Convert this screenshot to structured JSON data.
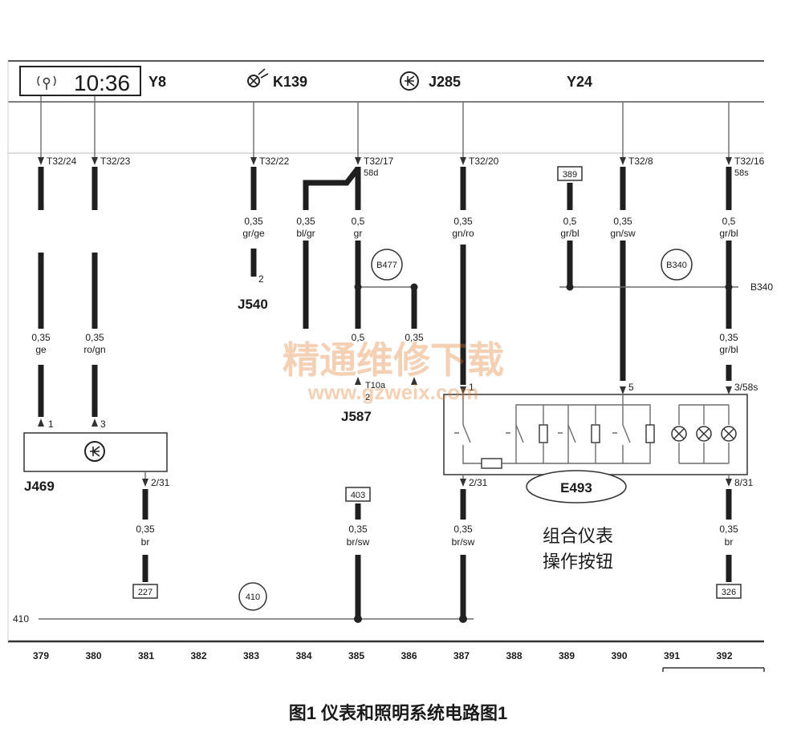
{
  "header_components": {
    "clock_display": "10:36",
    "y8": "Y8",
    "k139": "K139",
    "j285": "J285",
    "y24": "Y24"
  },
  "connectors": {
    "t32_24": "T32/24",
    "t32_23": "T32/23",
    "t32_22": "T32/22",
    "t32_17": "T32/17",
    "t32_17_sub": "58d",
    "t32_20": "T32/20",
    "t32_8": "T32/8",
    "t32_16": "T32/16",
    "t32_16_sub": "58s"
  },
  "wires": {
    "w379_top": {
      "size": "0,35",
      "color": "ge"
    },
    "w380_top": {
      "size": "0,35",
      "color": "ro/gn"
    },
    "w383": {
      "size": "0,35",
      "color": "gr/ge"
    },
    "w384": {
      "size": "0,35",
      "color": "bl/gr"
    },
    "w385": {
      "size": "0,5",
      "color": "gr"
    },
    "w387_top": {
      "size": "0,35",
      "color": "gn/ro"
    },
    "w389": {
      "size": "0,5",
      "color": "gr/bl"
    },
    "w390": {
      "size": "0,35",
      "color": "gn/sw"
    },
    "w392_top": {
      "size": "0,5",
      "color": "gr/bl"
    },
    "w392_mid": {
      "size": "0,35",
      "color": "gr/bl"
    },
    "w381_bot": {
      "size": "0,35",
      "color": "br"
    },
    "w385_bot": {
      "size": "0,35",
      "color": "br/sw"
    },
    "w387_bot": {
      "size": "0,35",
      "color": "br/sw"
    },
    "w392_bot": {
      "size": "0,35",
      "color": "br"
    },
    "w385_mid": {
      "size": "0,5"
    },
    "w386_mid": {
      "size": "0,35"
    }
  },
  "pins": {
    "j469_1": "1",
    "j469_3": "3",
    "j469_231": "2/31",
    "j540_2": "2",
    "e493_1": "1",
    "e493_5": "5",
    "e493_358s": "3/58s",
    "e493_231": "2/31",
    "e493_831": "8/31",
    "j587_10a": "T10a",
    "j587_2": "2"
  },
  "components": {
    "j469": "J469",
    "j540": "J540",
    "j587": "J587",
    "e493": "E493",
    "e493_caption_line1": "组合仪表",
    "e493_caption_line2": "操作按钮"
  },
  "refs": {
    "b477": "B477",
    "b340_circle": "B340",
    "b340_line": "B340",
    "circle_410": "410",
    "line_410": "410",
    "box_389": "389",
    "box_403": "403",
    "box_227": "227",
    "box_326": "326"
  },
  "columns": [
    "379",
    "380",
    "381",
    "382",
    "383",
    "384",
    "385",
    "386",
    "387",
    "388",
    "389",
    "390",
    "391",
    "392"
  ],
  "watermark": {
    "line1": "精通维修下载",
    "line2": "www.gzweix.com"
  },
  "figure_caption": "图1  仪表和照明系统电路图1"
}
